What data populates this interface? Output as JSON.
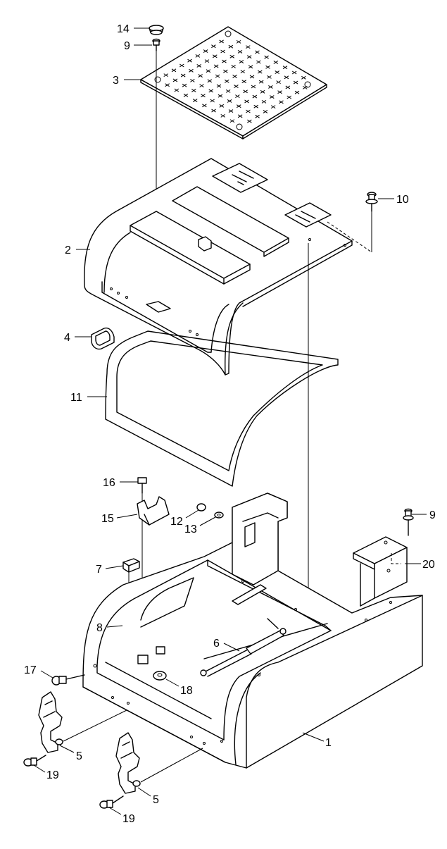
{
  "callouts": {
    "c14": "14",
    "c9a": "9",
    "c3": "3",
    "c10": "10",
    "c2": "2",
    "c4": "4",
    "c11": "11",
    "c16": "16",
    "c15": "15",
    "c12": "12",
    "c13": "13",
    "c9b": "9",
    "c7": "7",
    "c20": "20",
    "c8": "8",
    "c6": "6",
    "c17": "17",
    "c18": "18",
    "c1": "1",
    "c5a": "5",
    "c19a": "19",
    "c5b": "5",
    "c19b": "19"
  }
}
